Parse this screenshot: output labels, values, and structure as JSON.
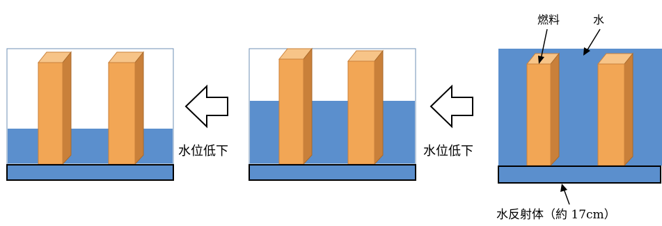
{
  "labels": {
    "fuel": "燃料",
    "water": "水",
    "water_level_drop": "水位低下",
    "reflector": "水反射体（約 17cm）"
  },
  "colors": {
    "water": "#5b8fcd",
    "fuel_front": "#f2a655",
    "fuel_side": "#c9803a",
    "fuel_top": "#f7c488",
    "outline": "#000000",
    "background": "#ffffff"
  },
  "panels": [
    {
      "id": "left",
      "water_level": "low"
    },
    {
      "id": "middle",
      "water_level": "medium"
    },
    {
      "id": "right",
      "water_level": "full"
    }
  ],
  "arrows": [
    {
      "id": "arrow-right-to-middle",
      "direction": "left",
      "label_key": "water_level_drop"
    },
    {
      "id": "arrow-middle-to-left",
      "direction": "left",
      "label_key": "water_level_drop"
    }
  ]
}
